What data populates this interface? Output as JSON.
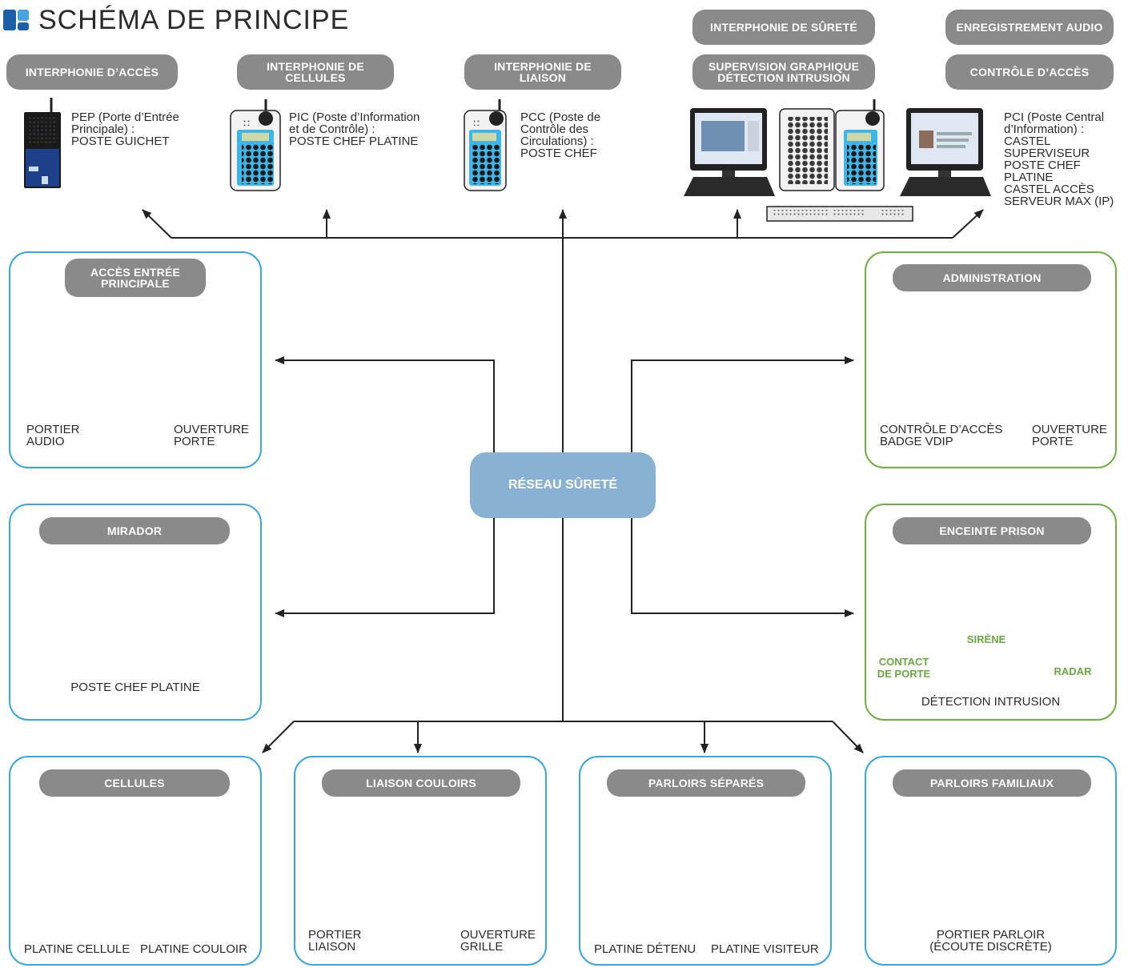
{
  "header": {
    "title": "SCHÉMA DE PRINCIPE",
    "accent_color": "#1a5fa8"
  },
  "top_pills": {
    "acces": "INTERPHONIE D’ACCÈS",
    "cellules": "INTERPHONIE DE\nCELLULES",
    "liaison": "INTERPHONIE DE\nLIAISON",
    "surete": "INTERPHONIE DE SÛRETÉ",
    "supervision": "SUPERVISION GRAPHIQUE\nDÉTECTION INTRUSION",
    "audio": "ENREGISTREMENT AUDIO",
    "controle": "CONTRÔLE D’ACCÈS"
  },
  "top_devices": {
    "pep": "PEP (Porte d’Entrée\nPrincipale) :\nPOSTE GUICHET",
    "pic": "PIC (Poste d’Information\net de Contrôle) :\nPOSTE CHEF PLATINE",
    "pcc": "PCC (Poste de\nContrôle des\nCirculations) :\nPOSTE CHEF",
    "pci": "PCI (Poste Central\nd’Information) :\nCASTEL SUPERVISEUR\nPOSTE CHEF PLATINE\nCASTEL ACCÈS\nSERVEUR MAX (IP)"
  },
  "hub": {
    "label": "RÉSEAU SÛRETÉ",
    "color": "#89b1d3"
  },
  "panels": {
    "acces_entree": {
      "title": "ACCÈS ENTRÉE\nPRINCIPALE",
      "left_label": "PORTIER\nAUDIO",
      "right_label": "OUVERTURE\nPORTE"
    },
    "administration": {
      "title": "ADMINISTRATION",
      "left_label": "CONTRÔLE D’ACCÈS\nBADGE VDIP",
      "right_label": "OUVERTURE\nPORTE"
    },
    "mirador": {
      "title": "MIRADOR",
      "label": "POSTE CHEF PLATINE"
    },
    "enceinte": {
      "title": "ENCEINTE PRISON",
      "contact": "CONTACT\nDE PORTE",
      "sirene": "SIRÈNE",
      "radar": "RADAR",
      "label": "DÉTECTION INTRUSION"
    },
    "cellules": {
      "title": "CELLULES",
      "left_label": "PLATINE CELLULE",
      "right_label": "PLATINE COULOIR"
    },
    "liaison": {
      "title": "LIAISON COULOIRS",
      "left_label": "PORTIER\nLIAISON",
      "right_label": "OUVERTURE\nGRILLE"
    },
    "parloirs_separes": {
      "title": "PARLOIRS SÉPARÉS",
      "left_label": "PLATINE DÉTENU",
      "right_label": "PLATINE VISITEUR"
    },
    "parloirs_familiaux": {
      "title": "PARLOIRS FAMILIAUX",
      "label": "PORTIER PARLOIR\n(ÉCOUTE DISCRÈTE)"
    }
  },
  "colors": {
    "pill": "#8a8a8a",
    "blue_border": "#3aa6dc",
    "green_border": "#72ad45",
    "keypad_blue": "#3fb6e8",
    "green_text": "#6aa843"
  },
  "icons": [
    "logo-icon",
    "intercom-icon",
    "handset-icon",
    "monitor-icon",
    "keypad-panel-icon",
    "server-icon",
    "door-icon",
    "badge-reader-icon",
    "card-icon",
    "sensor-icon",
    "siren-icon",
    "radar-icon",
    "grille-icon",
    "panel-icon"
  ]
}
